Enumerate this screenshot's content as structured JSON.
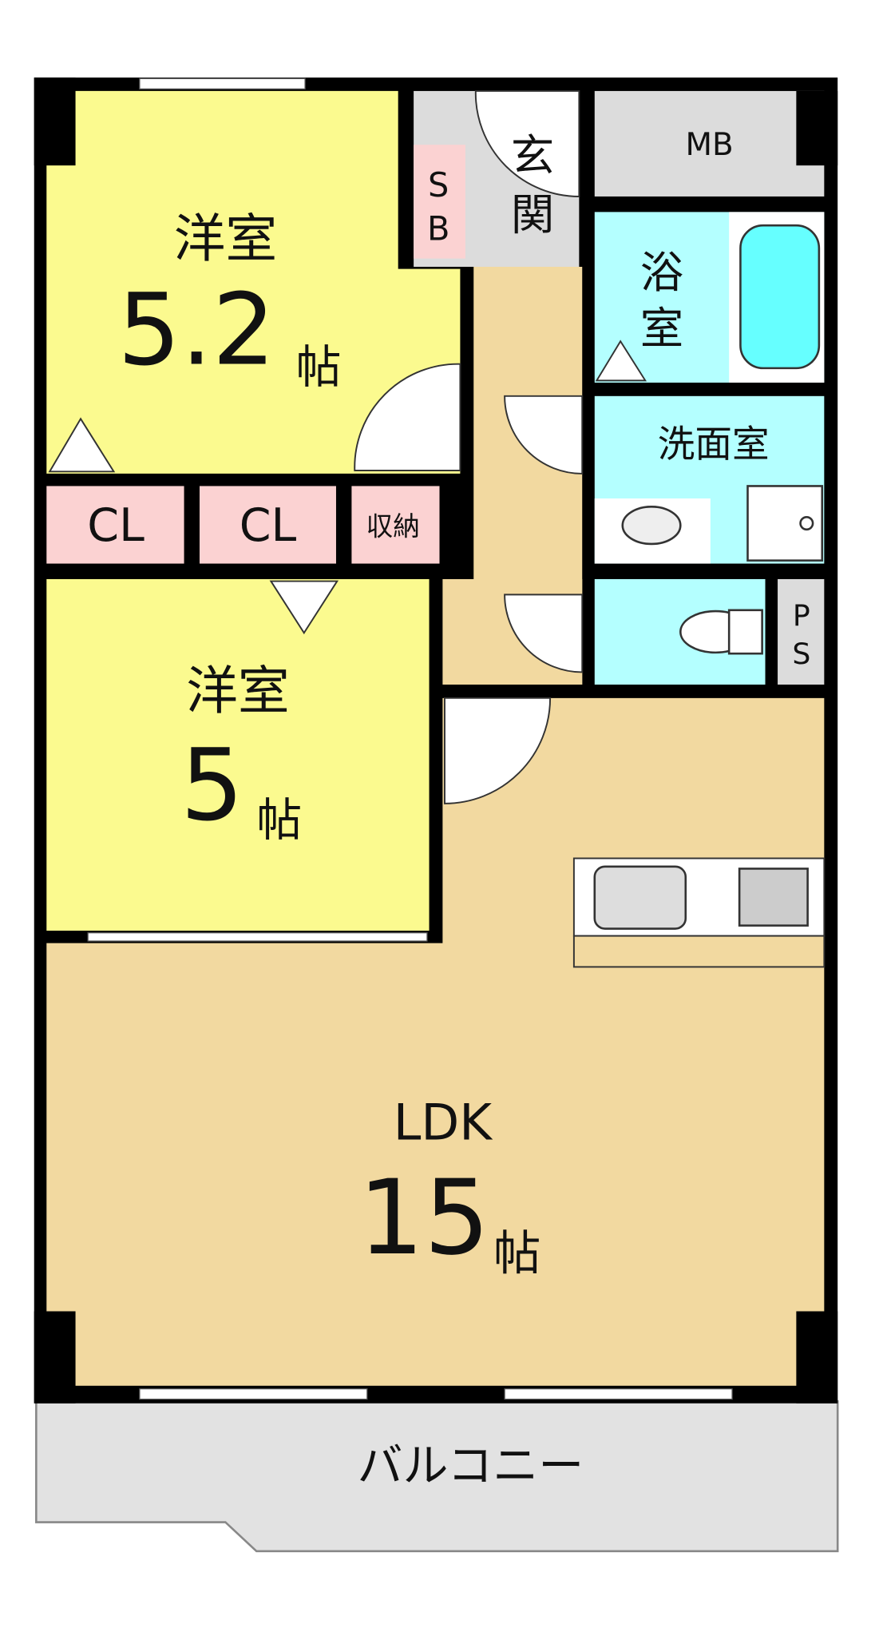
{
  "colors": {
    "wall": "#000000",
    "western_room": "#fbfa8f",
    "closet": "#fbd2d2",
    "wet_area": "#b4ffff",
    "utility": "#dcdcdc",
    "ldk": "#f2d9a0",
    "balcony": "#e2e2e2"
  },
  "rooms": {
    "room1": {
      "name": "洋室",
      "size": "5.2",
      "unit": "帖"
    },
    "room2": {
      "name": "洋室",
      "size": "5",
      "unit": "帖"
    },
    "ldk": {
      "name": "LDK",
      "size": "15",
      "unit": "帖"
    },
    "entrance": {
      "line1": "玄",
      "line2": "関"
    },
    "shoe_box": {
      "line1": "S",
      "line2": "B"
    },
    "meter_box": "MB",
    "bath": {
      "line1": "浴",
      "line2": "室"
    },
    "washroom": "洗面室",
    "closet1": "CL",
    "closet2": "CL",
    "storage": "収納",
    "pipe_space": {
      "line1": "P",
      "line2": "S"
    },
    "balcony": "バルコニー"
  }
}
